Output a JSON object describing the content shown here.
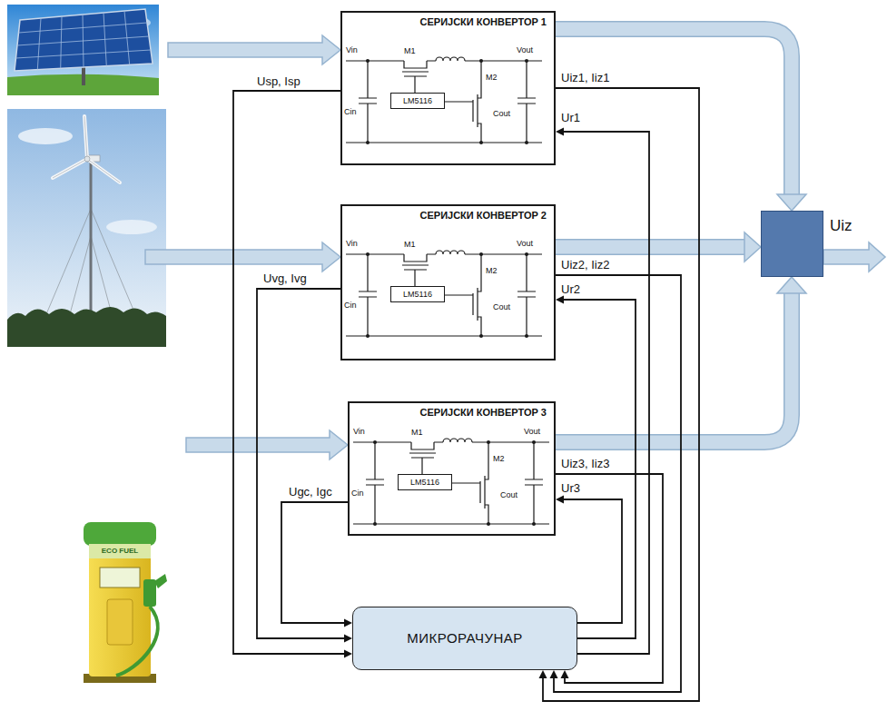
{
  "diagram": {
    "nodes": [
      {
        "text": [
          "СЕРИЈСКИ КОНВЕРТОР 1"
        ]
      },
      {
        "text": [
          "LM5116"
        ],
        "in": 0
      },
      {
        "text": [
          "СЕРИЈСКИ КОНВЕРТОР 2"
        ]
      },
      {
        "text": [
          "LM5116"
        ],
        "in": 2
      },
      {
        "text": [
          "СЕРИЈСКИ КОНВЕРТОР 3"
        ]
      },
      {
        "text": [
          "LM5116"
        ],
        "in": 4
      },
      {
        "text": [
          "Uiz"
        ]
      },
      {
        "text": [
          "МИКРОРАЧУНАР"
        ]
      }
    ],
    "edges": [
      {
        "from": 0,
        "to": 6,
        "arrow": "to"
      },
      {
        "from": 2,
        "to": 6,
        "arrow": "to"
      },
      {
        "from": 4,
        "to": 6,
        "arrow": "to"
      },
      {
        "from": 0,
        "to": 7,
        "label": "Usp, Isp",
        "arrow": "to"
      },
      {
        "from": 0,
        "to": 7,
        "label": "Uiz1, Iiz1",
        "arrow": "to"
      },
      {
        "from": 7,
        "to": 0,
        "label": "Ur1",
        "arrow": "to"
      },
      {
        "from": 2,
        "to": 7,
        "label": "Uvg, Ivg",
        "arrow": "to"
      },
      {
        "from": 2,
        "to": 7,
        "label": "Uiz2, Iiz2",
        "arrow": "to"
      },
      {
        "from": 7,
        "to": 2,
        "label": "Ur2",
        "arrow": "to"
      },
      {
        "from": 4,
        "to": 7,
        "label": "Ugc, Igc",
        "arrow": "to"
      },
      {
        "from": 4,
        "to": 7,
        "label": "Uiz3, Iiz3",
        "arrow": "to"
      },
      {
        "from": 7,
        "to": 4,
        "label": "Ur3",
        "arrow": "to"
      }
    ],
    "labels": [
      "Vin",
      "Vout",
      "Cin",
      "M1",
      "M2",
      "Cout",
      "Vin",
      "Vout",
      "Cin",
      "M1",
      "M2",
      "Cout",
      "Vin",
      "Vout",
      "Cin",
      "M1",
      "M2",
      "Cout",
      "ECO FUEL"
    ]
  }
}
